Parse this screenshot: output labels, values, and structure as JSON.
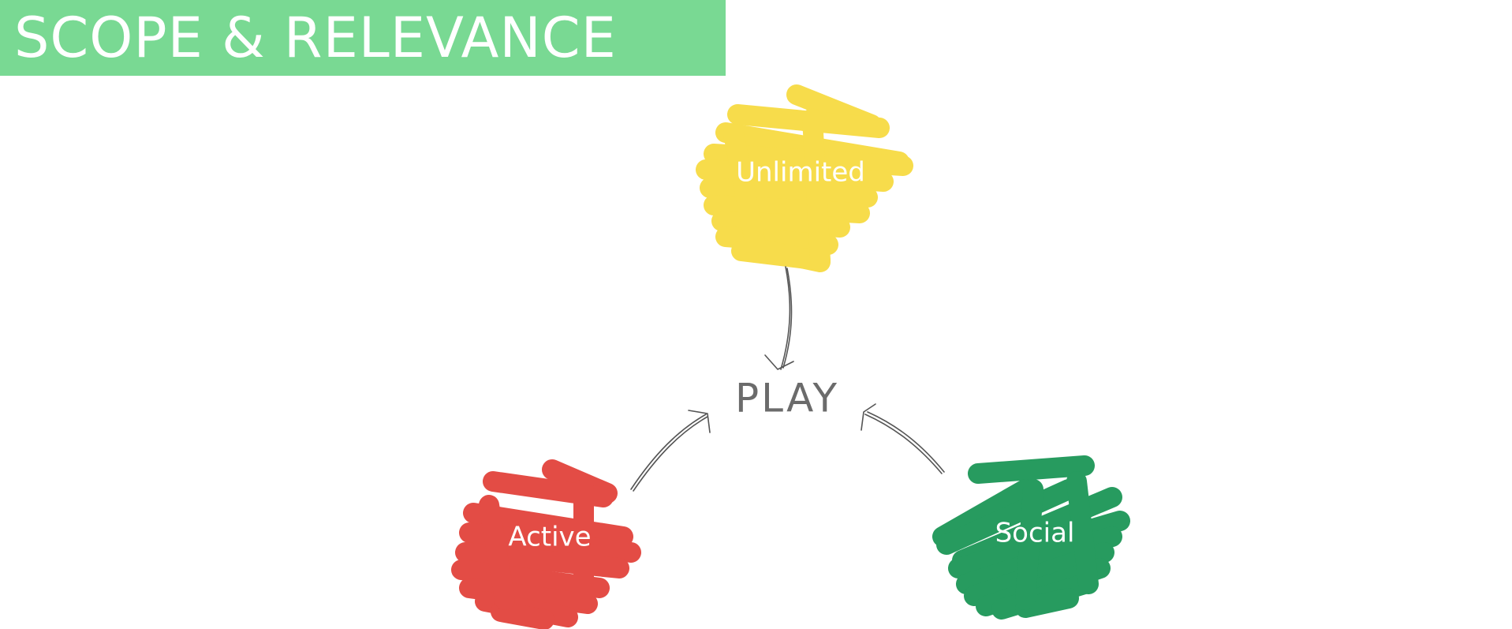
{
  "title": "SCOPE & RELEVANCE",
  "center": "PLAY",
  "nodes": {
    "top": "Unlimited",
    "left": "Active",
    "right": "Social"
  },
  "colors": {
    "banner": "#79d993",
    "unlimited": "#f7dc4b",
    "active": "#e34c45",
    "social": "#279b5f"
  }
}
